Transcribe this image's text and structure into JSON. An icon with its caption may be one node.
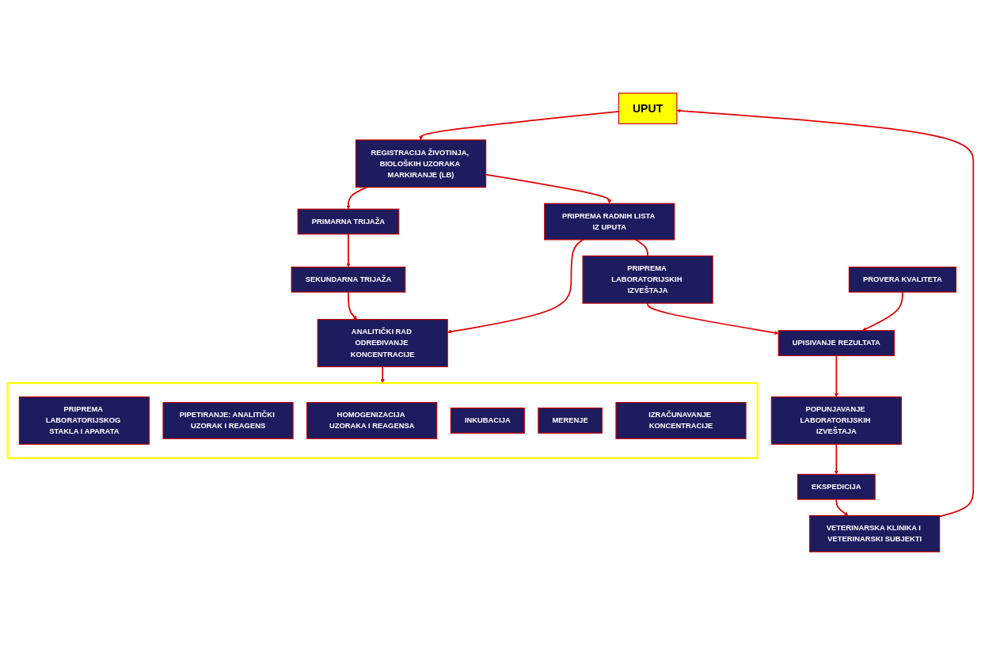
{
  "diagram": {
    "nodes": [
      {
        "text": [
          "UPUT"
        ]
      },
      {
        "text": [
          "VETERINARSKA KLINIKA I VETERINARSKI SUBJEKTI"
        ]
      },
      {
        "text": [
          "REGISTRACIJA ŽIVOTINJA, BIOLOŠKIH UZORAKA MARKIRANJE (LB)"
        ]
      },
      {
        "text": [
          "PRIMARNA TRIJAŽA"
        ]
      },
      {
        "text": [
          "SEKUNDARNA TRIJAŽA"
        ]
      },
      {
        "text": [
          "PRIPREMA RADNIH LISTA IZ UPUTA"
        ]
      },
      {
        "text": [
          "ANALITIČKI RAD ODREĐIVANJE KONCENTRACIJE"
        ]
      },
      {
        "text": [],
        "shape": "bracket"
      },
      {
        "text": [
          "PRIPREMA LABORATORIJSKOG STAKLA I APARATA"
        ],
        "in": 7
      },
      {
        "text": [
          "PIPETIRANJE: ANALITIČKI UZORAK I REAGENS"
        ],
        "in": 7
      },
      {
        "text": [
          "HOMOGENIZACIJA UZORAKA I REAGENSA"
        ],
        "in": 7
      },
      {
        "text": [
          "INKUBACIJA"
        ],
        "in": 7
      },
      {
        "text": [
          "MERENJE"
        ],
        "in": 7
      },
      {
        "text": [
          "IZRAČUNAVANJE KONCENTRACIJE"
        ],
        "in": 7
      },
      {
        "text": [
          "PRIPREMA LABORATORIJSKIH IZVEŠTAJA"
        ]
      },
      {
        "text": [
          "UPISIVANJE REZULTATA"
        ]
      },
      {
        "text": [
          "PROVERA KVALITETA"
        ]
      },
      {
        "text": [
          "POPUNJAVANJE LABORATORIJSKIH IZVEŠTAJA"
        ]
      },
      {
        "text": [
          "EKSPEDICIJA"
        ]
      }
    ],
    "edges": [
      {
        "from": 1,
        "to": 0,
        "arrow": "to"
      },
      {
        "from": 0,
        "to": 2,
        "arrow": "to"
      },
      {
        "from": 2,
        "to": 5,
        "arrow": "to"
      },
      {
        "from": 2,
        "to": 3,
        "arrow": "to"
      },
      {
        "from": 3,
        "to": 4,
        "arrow": "to"
      },
      {
        "from": 4,
        "to": 6,
        "arrow": "to"
      },
      {
        "from": 5,
        "to": 6,
        "arrow": "to"
      },
      {
        "from": 6,
        "to": 7,
        "arrow": "to"
      },
      {
        "from": 5,
        "to": 14,
        "arrow": "none"
      },
      {
        "from": 14,
        "to": 15,
        "arrow": "to"
      },
      {
        "from": 16,
        "to": 15,
        "arrow": "to"
      },
      {
        "from": 15,
        "to": 17,
        "arrow": "to"
      },
      {
        "from": 17,
        "to": 18,
        "arrow": "to"
      },
      {
        "from": 18,
        "to": 1,
        "arrow": "to"
      }
    ]
  }
}
